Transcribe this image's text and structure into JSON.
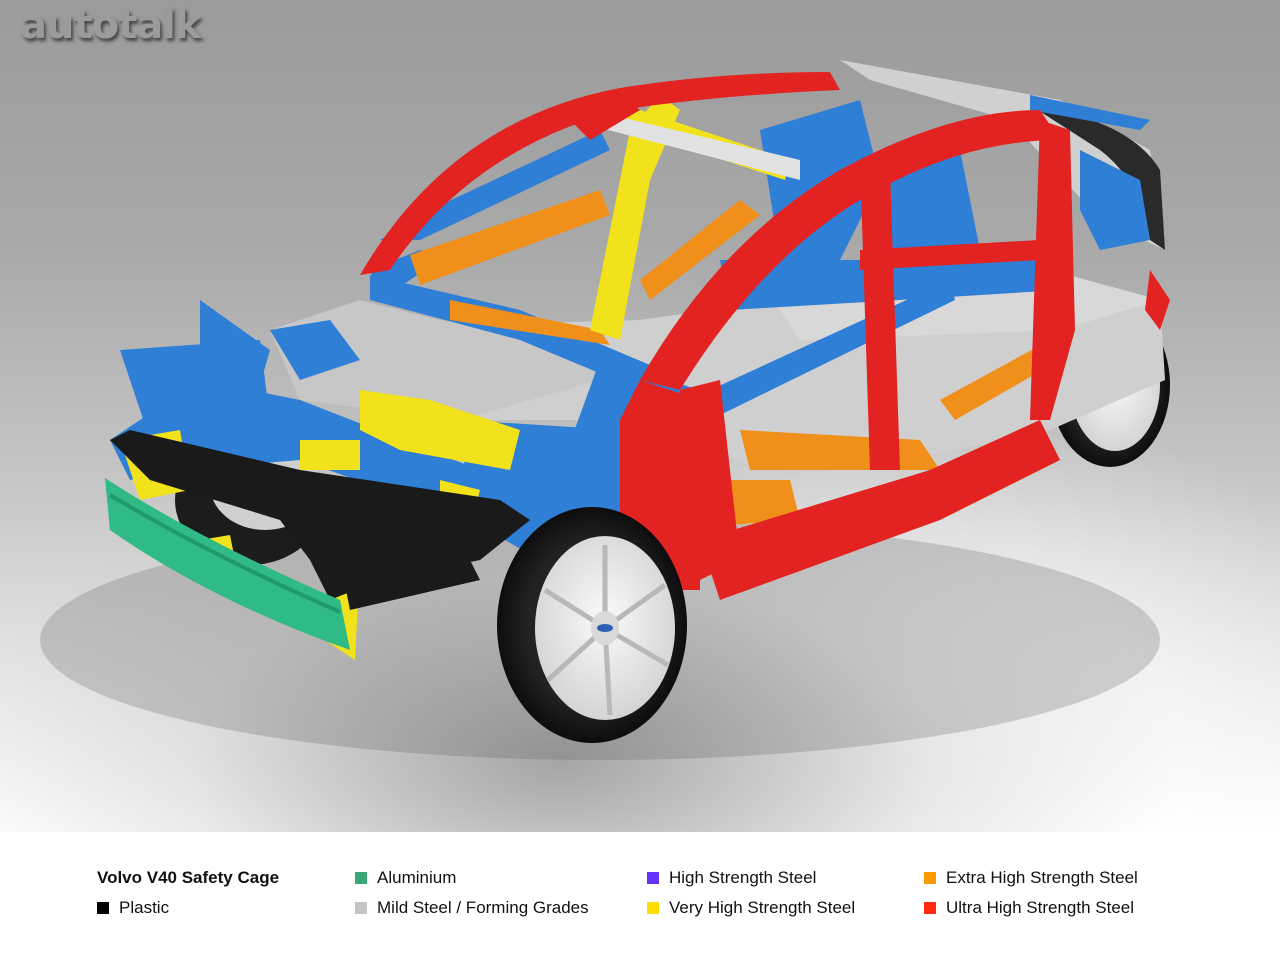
{
  "watermark": {
    "text": "autotalk"
  },
  "figure": {
    "subject": "Volvo V40 safety cage body structure, color-coded by material"
  },
  "legend": {
    "title": "Volvo V40 Safety Cage",
    "items": [
      {
        "label": "Plastic",
        "color": "#000000"
      },
      {
        "label": "Aluminium",
        "color": "#3aa876"
      },
      {
        "label": "Mild Steel / Forming Grades",
        "color": "#c4c4c4"
      },
      {
        "label": "High Strength Steel",
        "color": "#6633ff"
      },
      {
        "label": "Very High Strength Steel",
        "color": "#ffdd00"
      },
      {
        "label": "Extra High Strength Steel",
        "color": "#ff9900"
      },
      {
        "label": "Ultra High Strength Steel",
        "color": "#ff2a10"
      }
    ]
  },
  "render_colors": {
    "blue_parts": "#2f7fd6",
    "red_parts": "#e32222",
    "yellow_parts": "#f2e21b",
    "orange_parts": "#f0901a",
    "green_parts": "#2fba86",
    "gray_parts": "#cfcfcf",
    "black_parts": "#1a1a1a"
  }
}
